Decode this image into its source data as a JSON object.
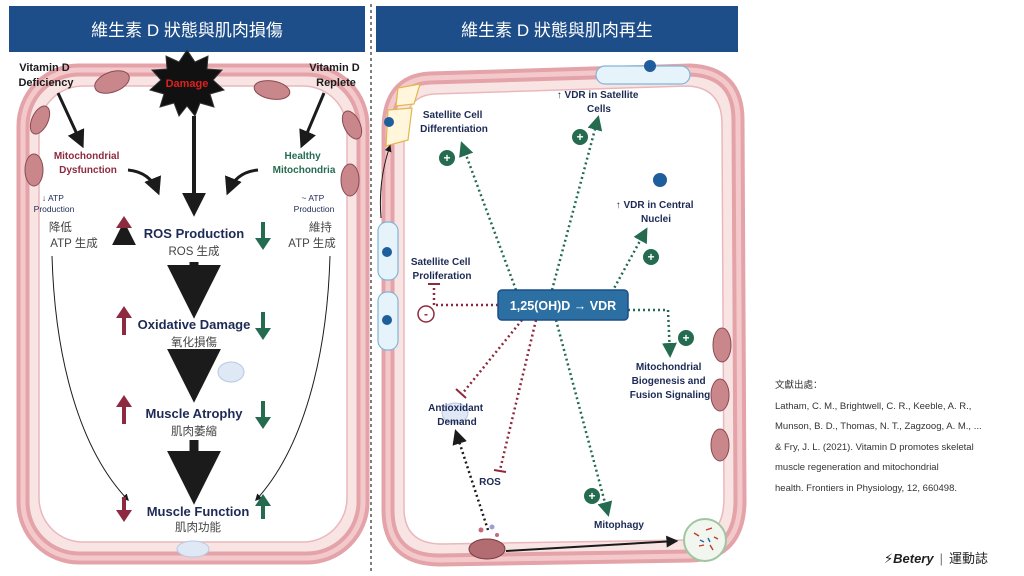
{
  "colors": {
    "header_bg": "#1d4e89",
    "header_text": "#ffffff",
    "cell_border": "#e3a3a8",
    "cell_fill": "#f7dcdc",
    "deficiency": "#8e2a3f",
    "replete": "#256b50",
    "text_main": "#1d2a55",
    "vdr_box": "#2b6fa3"
  },
  "left_panel": {
    "header": "維生素 D 狀態與肌肉損傷",
    "vitamin_d_deficiency": [
      "Vitamin D",
      "Deficiency"
    ],
    "vitamin_d_replete": [
      "Vitamin D",
      "Replete"
    ],
    "damage_label": "Damage",
    "mitochondrial_dysfunction": [
      "Mitochondrial",
      "Dysfunction"
    ],
    "healthy_mitochondria": [
      "Healthy",
      "Mitochondria"
    ],
    "low_atp": [
      "↓ ATP",
      "Production"
    ],
    "low_atp_zh": [
      "降低",
      "ATP 生成"
    ],
    "maintain_atp": [
      "~ ATP",
      "Production"
    ],
    "maintain_atp_zh": [
      "維持",
      "ATP 生成"
    ],
    "steps": [
      {
        "en": "ROS Production",
        "zh": "ROS 生成"
      },
      {
        "en": "Oxidative Damage",
        "zh": "氧化損傷"
      },
      {
        "en": "Muscle Atrophy",
        "zh": "肌肉萎縮"
      },
      {
        "en": "Muscle Function",
        "zh": "肌肉功能"
      }
    ]
  },
  "right_panel": {
    "header": "維生素 D 狀態與肌肉再生",
    "vdr_center": "1,25(OH)D → VDR",
    "satellite_differentiation": [
      "Satellite Cell",
      "Differentiation"
    ],
    "vdr_satellite": [
      "↑ VDR in Satellite",
      "Cells"
    ],
    "vdr_nuclei": [
      "↑ VDR in Central",
      "Nuclei"
    ],
    "satellite_proliferation": [
      "Satellite Cell",
      "Proliferation"
    ],
    "mito_biogenesis": [
      "Mitochondrial",
      "Biogenesis and",
      "Fusion Signaling"
    ],
    "antioxidant_demand": [
      "Antioxidant",
      "Demand"
    ],
    "ros": "ROS",
    "mitophagy": "Mitophagy",
    "plus": "+",
    "minus": "-"
  },
  "reference": {
    "title": "文獻出處：",
    "lines": [
      "Latham, C. M., Brightwell, C. R., Keeble, A. R.,",
      "Munson, B. D., Thomas, N. T., Zagzoog, A. M., ...",
      "& Fry, J. L. (2021). Vitamin D promotes skeletal",
      "muscle regeneration and mitochondrial",
      "health. Frontiers in Physiology, 12, 660498."
    ]
  },
  "brand": {
    "logo": "⚡Betery",
    "separator": "|",
    "name": "運動誌"
  }
}
